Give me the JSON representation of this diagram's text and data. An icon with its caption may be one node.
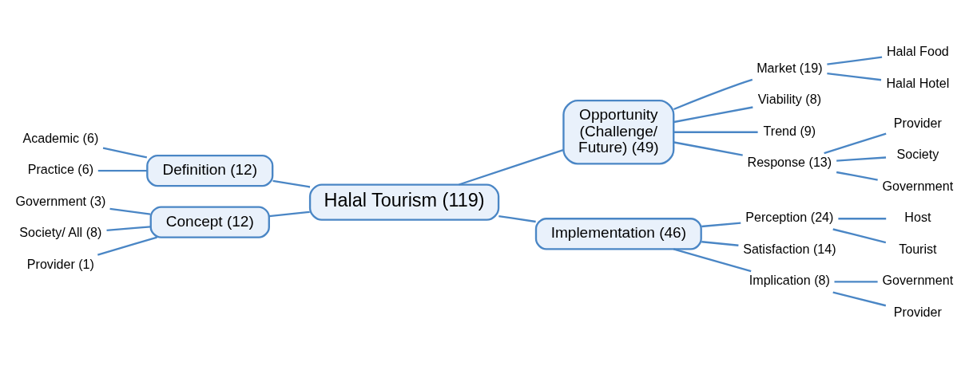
{
  "diagram": {
    "nodes": [
      {
        "text": [
          "Halal Tourism (119)"
        ]
      },
      {
        "text": [
          "Definition (12)"
        ]
      },
      {
        "text": [
          "Academic (6)"
        ]
      },
      {
        "text": [
          "Practice (6)"
        ]
      },
      {
        "text": [
          "Concept (12)"
        ]
      },
      {
        "text": [
          "Government (3)"
        ]
      },
      {
        "text": [
          "Society/ All (8)"
        ]
      },
      {
        "text": [
          "Provider (1)"
        ]
      },
      {
        "text": [
          "Opportunity (Challenge/ Future) (49)"
        ]
      },
      {
        "text": [
          "Market (19)"
        ]
      },
      {
        "text": [
          "Halal Food"
        ]
      },
      {
        "text": [
          "Halal Hotel"
        ]
      },
      {
        "text": [
          "Viability (8)"
        ]
      },
      {
        "text": [
          "Trend (9)"
        ]
      },
      {
        "text": [
          "Response (13)"
        ]
      },
      {
        "text": [
          "Provider"
        ]
      },
      {
        "text": [
          "Society"
        ]
      },
      {
        "text": [
          "Government"
        ]
      },
      {
        "text": [
          "Implementation (46)"
        ]
      },
      {
        "text": [
          "Perception (24)"
        ]
      },
      {
        "text": [
          "Host"
        ]
      },
      {
        "text": [
          "Tourist"
        ]
      },
      {
        "text": [
          "Satisfaction (14)"
        ]
      },
      {
        "text": [
          "Implication (8)"
        ]
      },
      {
        "text": [
          "Government"
        ]
      },
      {
        "text": [
          "Provider"
        ]
      }
    ],
    "edges": [
      {
        "from": 1,
        "to": 0,
        "arrow": "none"
      },
      {
        "from": 2,
        "to": 1,
        "arrow": "none"
      },
      {
        "from": 3,
        "to": 1,
        "arrow": "none"
      },
      {
        "from": 4,
        "to": 0,
        "arrow": "none"
      },
      {
        "from": 5,
        "to": 4,
        "arrow": "none"
      },
      {
        "from": 6,
        "to": 4,
        "arrow": "none"
      },
      {
        "from": 7,
        "to": 4,
        "arrow": "none"
      },
      {
        "from": 0,
        "to": 8,
        "arrow": "none"
      },
      {
        "from": 8,
        "to": 9,
        "arrow": "none"
      },
      {
        "from": 9,
        "to": 10,
        "arrow": "none"
      },
      {
        "from": 9,
        "to": 11,
        "arrow": "none"
      },
      {
        "from": 8,
        "to": 12,
        "arrow": "none"
      },
      {
        "from": 8,
        "to": 13,
        "arrow": "none"
      },
      {
        "from": 8,
        "to": 14,
        "arrow": "none"
      },
      {
        "from": 14,
        "to": 15,
        "arrow": "none"
      },
      {
        "from": 14,
        "to": 16,
        "arrow": "none"
      },
      {
        "from": 14,
        "to": 17,
        "arrow": "none"
      },
      {
        "from": 0,
        "to": 18,
        "arrow": "none"
      },
      {
        "from": 18,
        "to": 19,
        "arrow": "none"
      },
      {
        "from": 19,
        "to": 20,
        "arrow": "none"
      },
      {
        "from": 19,
        "to": 21,
        "arrow": "none"
      },
      {
        "from": 18,
        "to": 22,
        "arrow": "none"
      },
      {
        "from": 18,
        "to": 23,
        "arrow": "none"
      },
      {
        "from": 23,
        "to": 24,
        "arrow": "none"
      },
      {
        "from": 23,
        "to": 25,
        "arrow": "none"
      }
    ]
  }
}
